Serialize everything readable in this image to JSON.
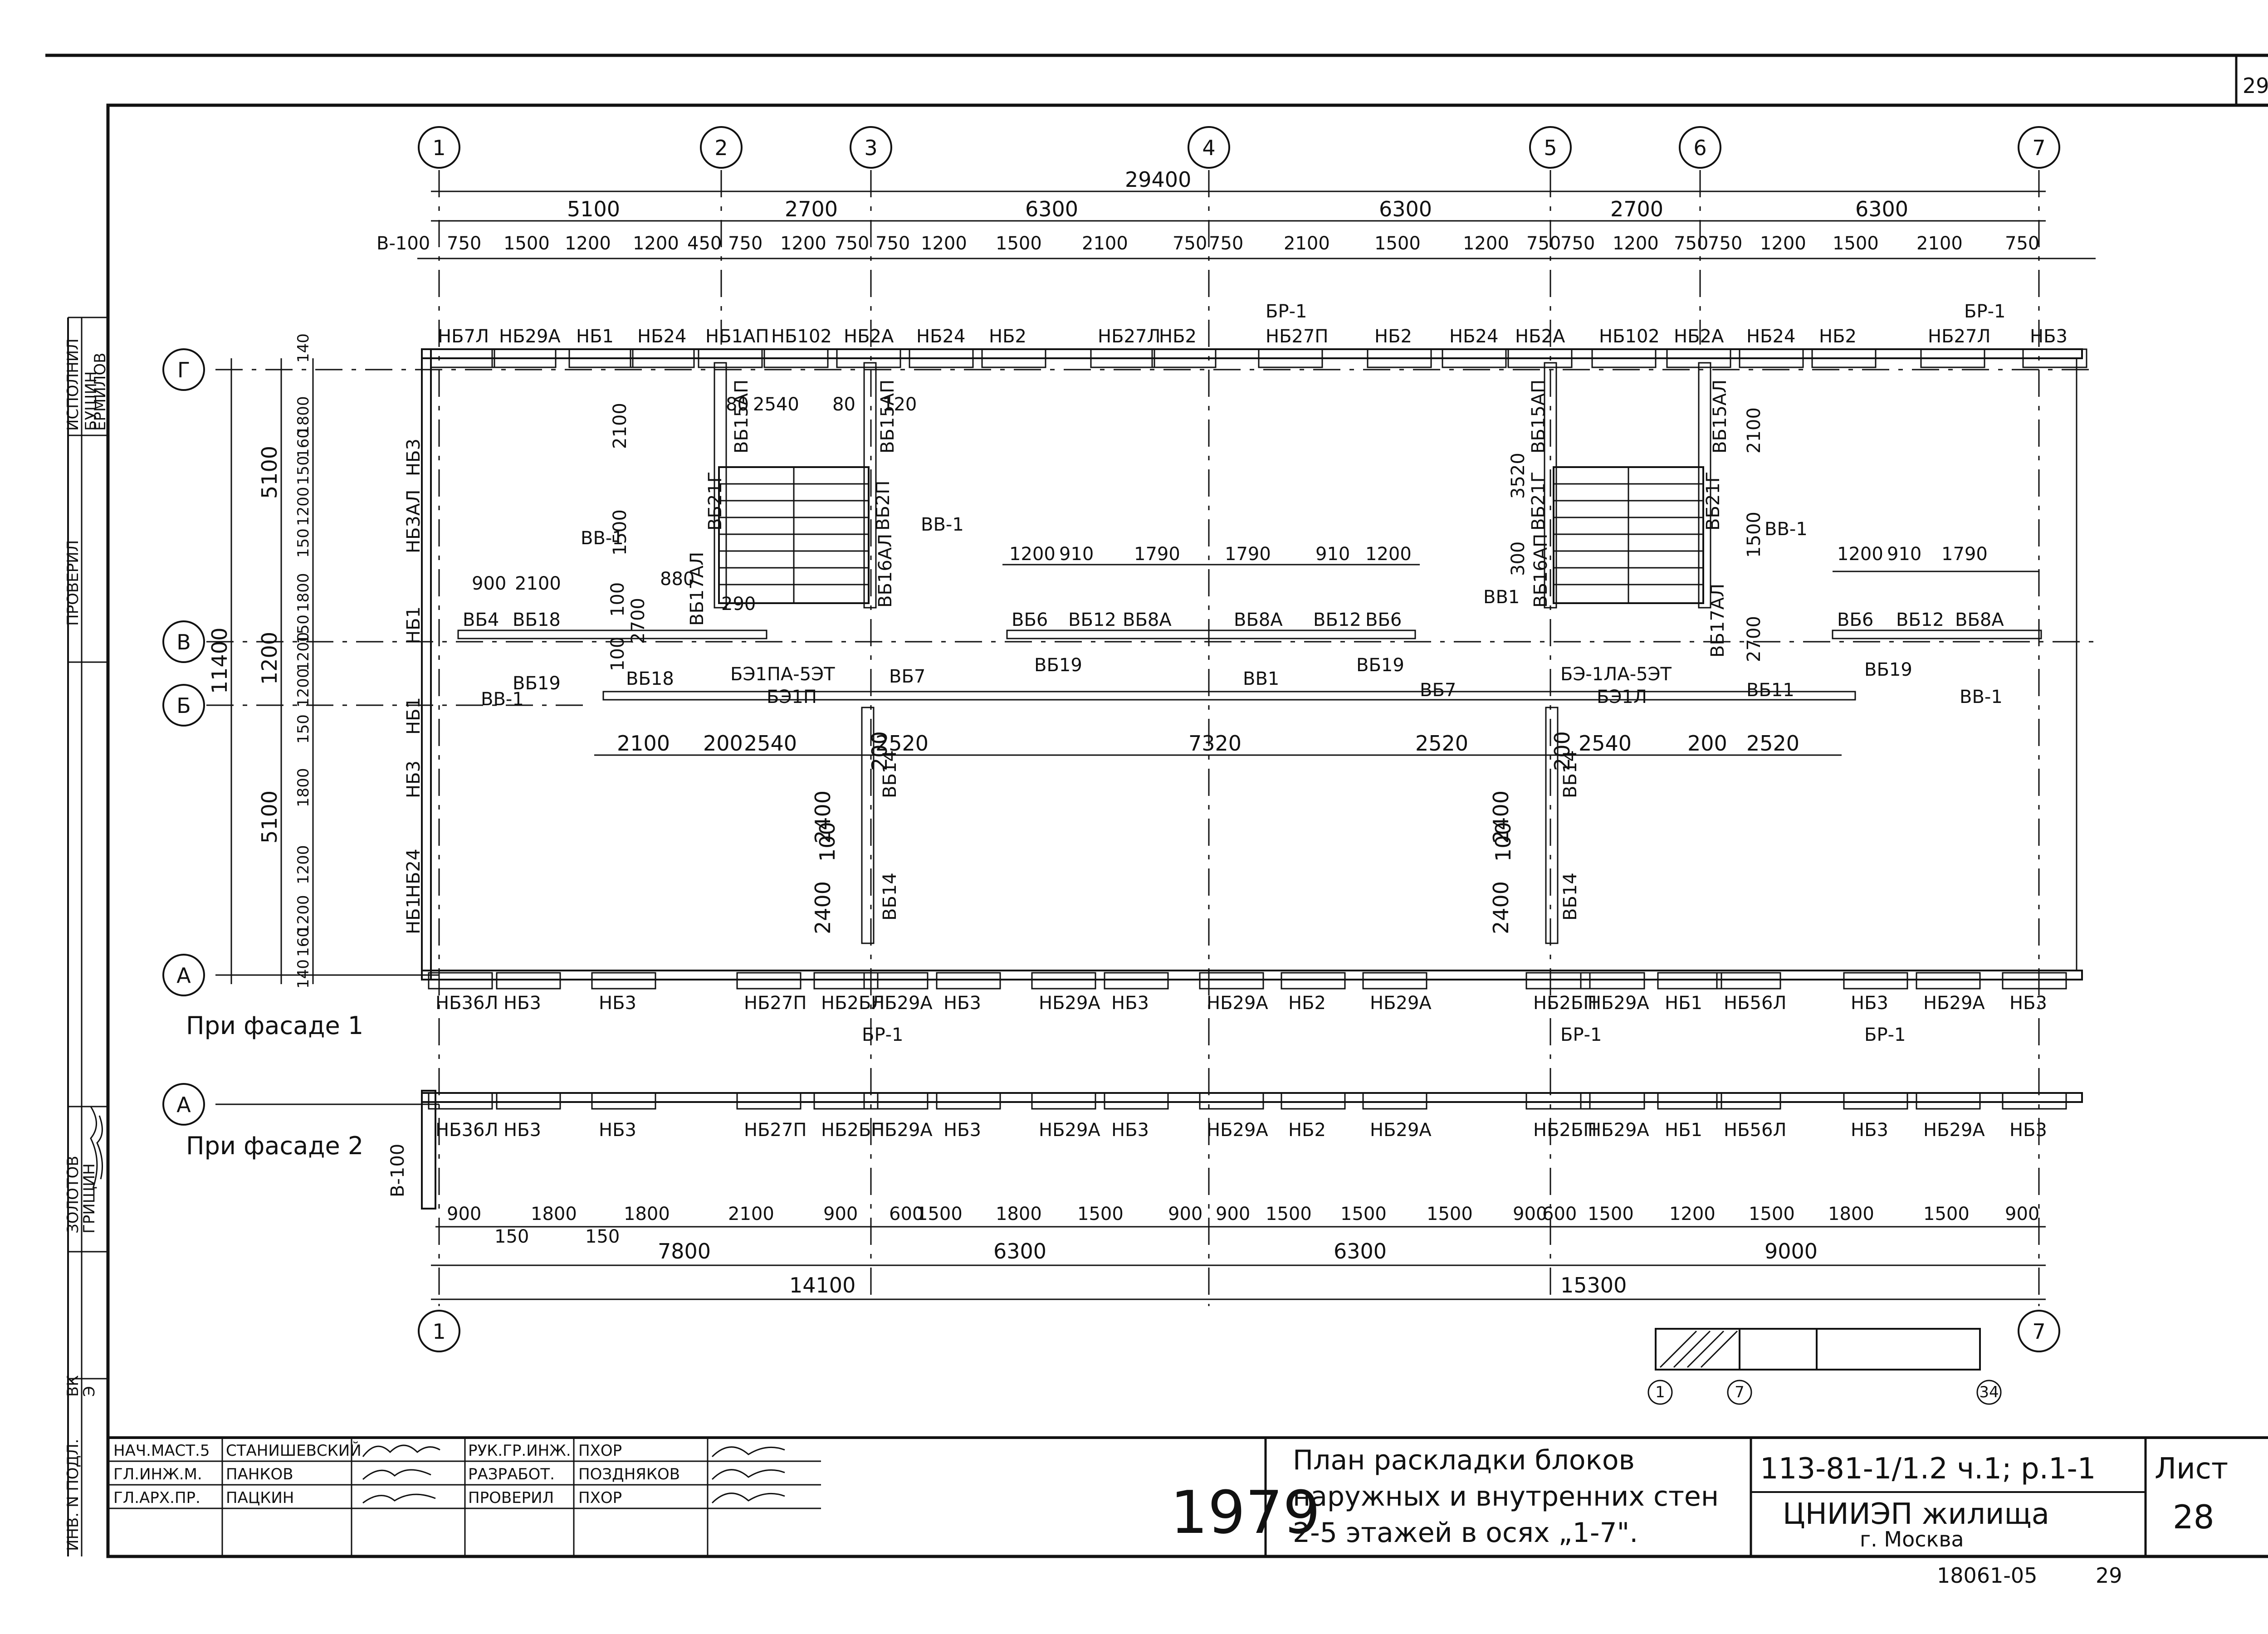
{
  "sheet": {
    "corner_number": "29",
    "page_label": "Лист",
    "page_number": "28",
    "year": "1979",
    "doc_code": "113-81-1/1.2 ч.1; р.1-1",
    "organization": "ЦНИИЭП жилища",
    "city": "г. Москва",
    "archive_number": "18061-05",
    "archive_page": "29",
    "title_lines": [
      "План раскладки блоков",
      "наружных и внутренних стен",
      "2-5 этажей в осях „1-7\"."
    ]
  },
  "stamp": {
    "left_rows": [
      {
        "role": "НАЧ.МАСТ.5",
        "name": "СТАНИШЕВСКИЙ"
      },
      {
        "role": "ГЛ.ИНЖ.М.",
        "name": "ПАНКОВ"
      },
      {
        "role": "ГЛ.АРХ.ПР.",
        "name": "ПАЦКИН"
      }
    ],
    "right_rows": [
      {
        "role": "РУК.ГР.ИНЖ.",
        "name": "ПХОР"
      },
      {
        "role": "РАЗРАБОТ.",
        "name": "ПОЗДНЯКОВ"
      },
      {
        "role": "ПРОВЕРИЛ",
        "name": "ПХОР"
      }
    ],
    "side_roles": [
      "ИСПОЛНИЛ",
      "ПРОВЕРИЛ",
      "ЗОЛОТОВ",
      "ГРИЩИН",
      "ИНВ. N ПОДЛ.",
      "ВК",
      "Э"
    ],
    "side_names": [
      "БУШИН",
      "ЕРМИЛОВ"
    ]
  },
  "axes": {
    "top": [
      "1",
      "2",
      "3",
      "4",
      "5",
      "6",
      "7"
    ],
    "bottom": [
      "1",
      "7"
    ],
    "left": [
      "Г",
      "В",
      "Б",
      "А",
      "А"
    ]
  },
  "dimensions": {
    "overall_top": "29400",
    "top_spans": [
      "5100",
      "2700",
      "6300",
      "6300",
      "2700",
      "6300"
    ],
    "top_detail_prefix": "В-100",
    "top_detail": [
      "750",
      "1500",
      "1200",
      "1200",
      "450",
      "750",
      "1200",
      "750",
      "750",
      "1200",
      "1500",
      "2100",
      "750",
      "750",
      "2100",
      "1500",
      "1200",
      "750",
      "750",
      "1200",
      "750",
      "750",
      "1200",
      "1500",
      "2100",
      "750"
    ],
    "left_outer": "11400",
    "left_spans": [
      "5100",
      "1200",
      "5100"
    ],
    "left_detail": [
      "140",
      "1800",
      "160",
      "150",
      "1200",
      "150",
      "1800",
      "150",
      "1200",
      "1200",
      "150",
      "1800",
      "1200",
      "1200",
      "160",
      "140"
    ],
    "bottom_prefix": "В-100",
    "bottom_detail": [
      "900",
      "1800",
      "1800",
      "2100",
      "900",
      "600",
      "1500",
      "1800",
      "1500",
      "900",
      "900",
      "1500",
      "1500",
      "1500",
      "900",
      "600",
      "1500",
      "1200",
      "1500",
      "1800",
      "1500",
      "900"
    ],
    "bottom_small": [
      "150",
      "150"
    ],
    "bottom_spans": [
      "7800",
      "6300",
      "6300",
      "9000"
    ],
    "bottom_totals": [
      "14100",
      "15300"
    ],
    "corridor": [
      "2100",
      "200",
      "2540",
      "2520",
      "7320",
      "2520",
      "2540",
      "200",
      "2520"
    ],
    "stair": [
      "80",
      "2540",
      "80",
      "120",
      "2100",
      "1500",
      "3520",
      "300",
      "2100",
      "1500",
      "2700",
      "880",
      "290",
      "900",
      "2100",
      "100",
      "2700",
      "100"
    ],
    "inner_cross": [
      "1200",
      "910",
      "1790",
      "1790",
      "910",
      "1200",
      "1200",
      "910",
      "1790"
    ],
    "vertical_inner": [
      "2400",
      "100",
      "2400",
      "200",
      "2400",
      "100",
      "2400",
      "200"
    ]
  },
  "blocks": {
    "top_row": [
      "НБ7Л",
      "НБ29А",
      "НБ1",
      "НБ24",
      "НБ1АП",
      "НБ102",
      "НБ2А",
      "НБ24",
      "НБ2",
      "НБ27Л",
      "НБ2",
      "НБ27П",
      "НБ2",
      "НБ24",
      "НБ2А",
      "НБ102",
      "НБ2А",
      "НБ24",
      "НБ2",
      "НБ27Л",
      "НБ3"
    ],
    "top_special": [
      "БР-1",
      "БР-1"
    ],
    "left_col": [
      "НБ3",
      "НБ3АЛ",
      "НБ1",
      "НБ1",
      "НБ3",
      "НБ24",
      "НБ1"
    ],
    "facade1_row": [
      "НБ36Л",
      "НБ3",
      "НБ3",
      "НБ27П",
      "НБ2БЛ",
      "НБ29А",
      "НБ3",
      "НБ29А",
      "НБ3",
      "НБ29А",
      "НБ2",
      "НБ29А",
      "НБ2БП",
      "НБ29А",
      "НБ1",
      "НБ56Л",
      "НБ3",
      "НБ29А",
      "НБ3"
    ],
    "facade1_special": [
      "БР-1",
      "БР-1",
      "БР-1"
    ],
    "facade2_row": [
      "НБ36Л",
      "НБ3",
      "НБ3",
      "НБ27П",
      "НБ2БП",
      "НБ29А",
      "НБ3",
      "НБ29А",
      "НБ3",
      "НБ29А",
      "НБ2",
      "НБ29А",
      "НБ2БП",
      "НБ29А",
      "НБ1",
      "НБ56Л",
      "НБ3",
      "НБ29А",
      "НБ3"
    ],
    "inner_walls": [
      "ВБ15АП",
      "ВБ15АП",
      "ВБ21Г",
      "ВБ2П",
      "ВБ16АЛ",
      "ВБ17АЛ",
      "ВБ4",
      "ВБ18",
      "ВБ19",
      "ВБ18",
      "ВБ6",
      "ВБ12",
      "ВБ8А",
      "ВБ8А",
      "ВБ12",
      "ВБ6",
      "ВБ19",
      "ВБ19",
      "ВБ15АП",
      "ВБ15АЛ",
      "ВБ21Г",
      "ВБ21Г",
      "ВБ16АП",
      "ВБ17АЛ",
      "ВБ6",
      "ВБ12",
      "ВБ8А",
      "ВБ19",
      "ВБ7",
      "ВБ11",
      "ВБ14",
      "ВБ14",
      "ВБ14",
      "ВБ14",
      "ВБ7"
    ],
    "inner_special": [
      "ВВ-1",
      "ВВ-1",
      "ВВ-1",
      "ВВ-1",
      "ВВ-1",
      "ВВ1",
      "ВВ1",
      "БЭ1ПА-5ЭТ",
      "БЭ1П",
      "БЭ-1ЛА-5ЭТ",
      "БЭ1Л"
    ]
  },
  "labels": {
    "facade1": "При фасаде 1",
    "facade2": "При фасаде 2"
  },
  "key_plan": {
    "markers": [
      "1",
      "7",
      "34"
    ]
  }
}
